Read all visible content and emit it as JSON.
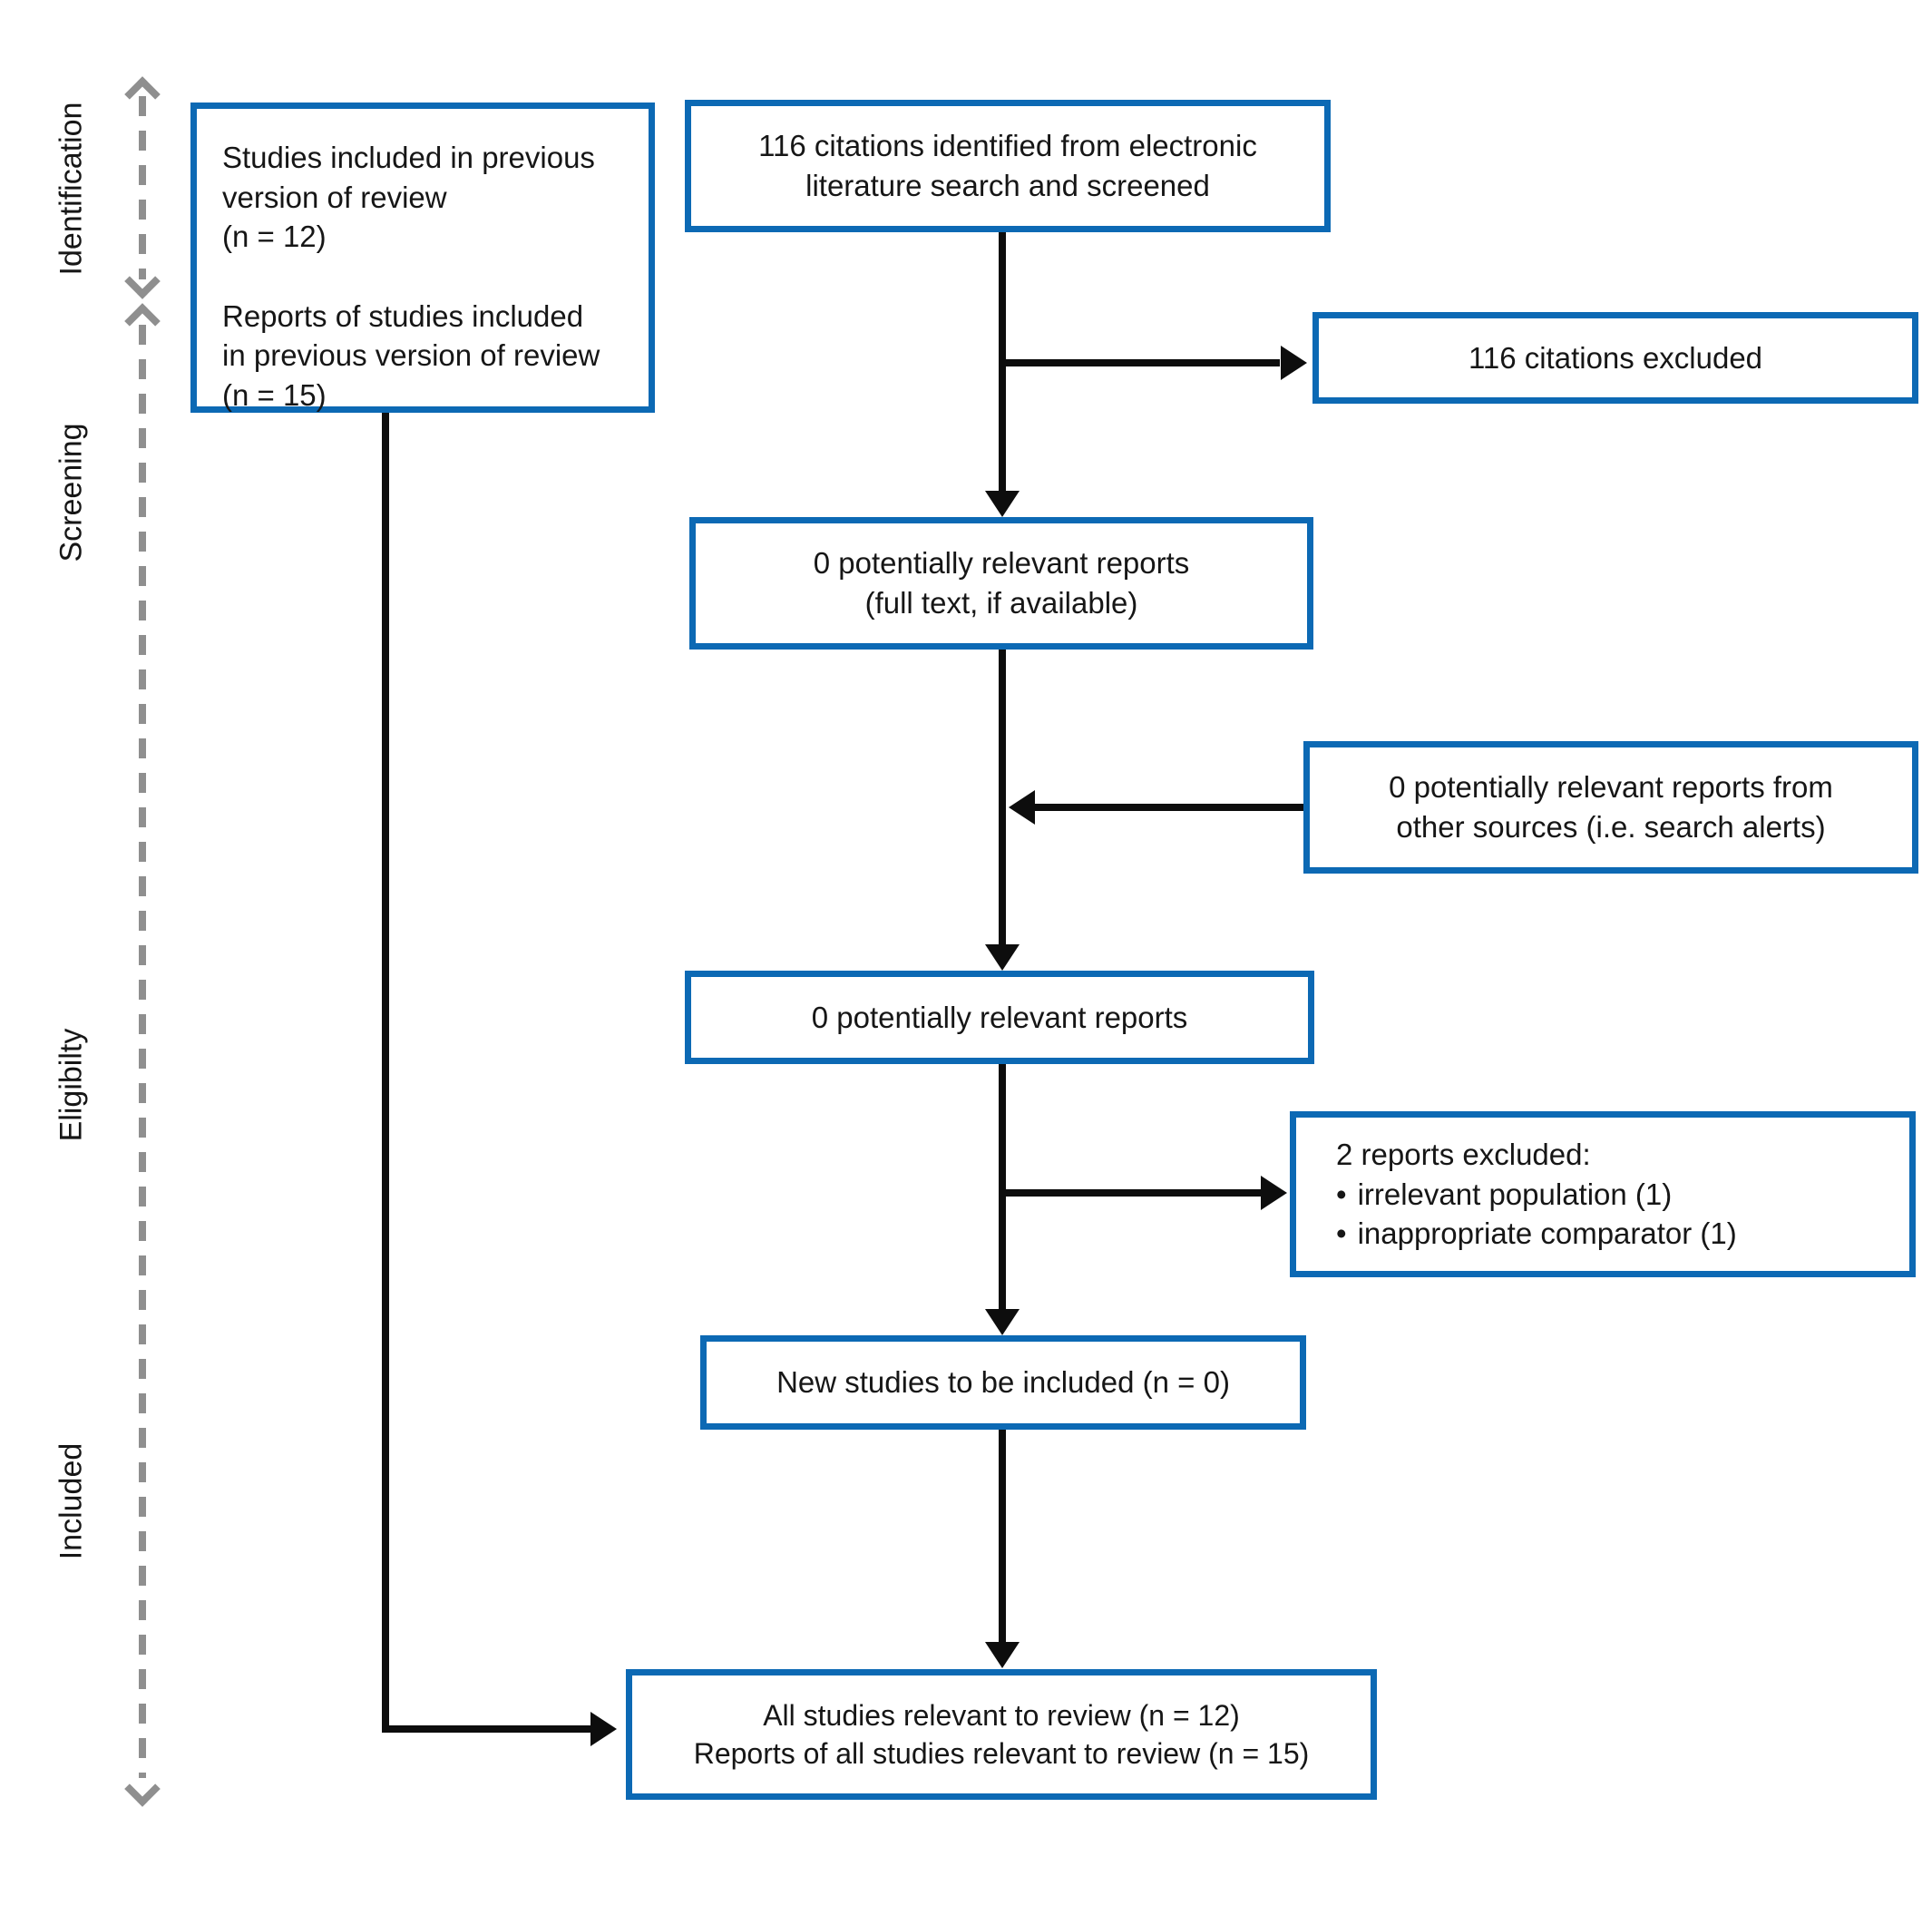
{
  "colors": {
    "box_border": "#0c69b4",
    "arrow": "#0d0d0d",
    "rail": "#8f8f8f",
    "text": "#161616"
  },
  "sidebar": {
    "stages": [
      {
        "label": "Identification"
      },
      {
        "label": "Screening"
      },
      {
        "label": "Eligibilty"
      },
      {
        "label": "Included"
      }
    ]
  },
  "boxes": {
    "previous_review": {
      "paragraph1": "Studies included in previous\nversion of review\n(n = 12)",
      "paragraph2": "Reports of studies included\nin previous version of review\n(n = 15)"
    },
    "citations_screened": {
      "text": "116 citations identified from electronic\nliterature search and screened"
    },
    "citations_excluded": {
      "text": "116 citations excluded"
    },
    "fulltext_reports": {
      "text": "0 potentially relevant reports\n(full text, if available)"
    },
    "other_sources": {
      "text": "0 potentially relevant reports from\nother sources (i.e. search alerts)"
    },
    "relevant_reports": {
      "text": "0 potentially relevant reports"
    },
    "reports_excluded": {
      "title": "2 reports excluded:",
      "bullet_char": "•",
      "bullet1": "irrelevant population (1)",
      "bullet2": "inappropriate comparator (1)"
    },
    "new_studies": {
      "text": "New studies to be included (n = 0)"
    },
    "all_studies": {
      "line1": "All studies relevant to review (n = 12)",
      "line2": "Reports of all studies relevant to review (n = 15)"
    }
  }
}
